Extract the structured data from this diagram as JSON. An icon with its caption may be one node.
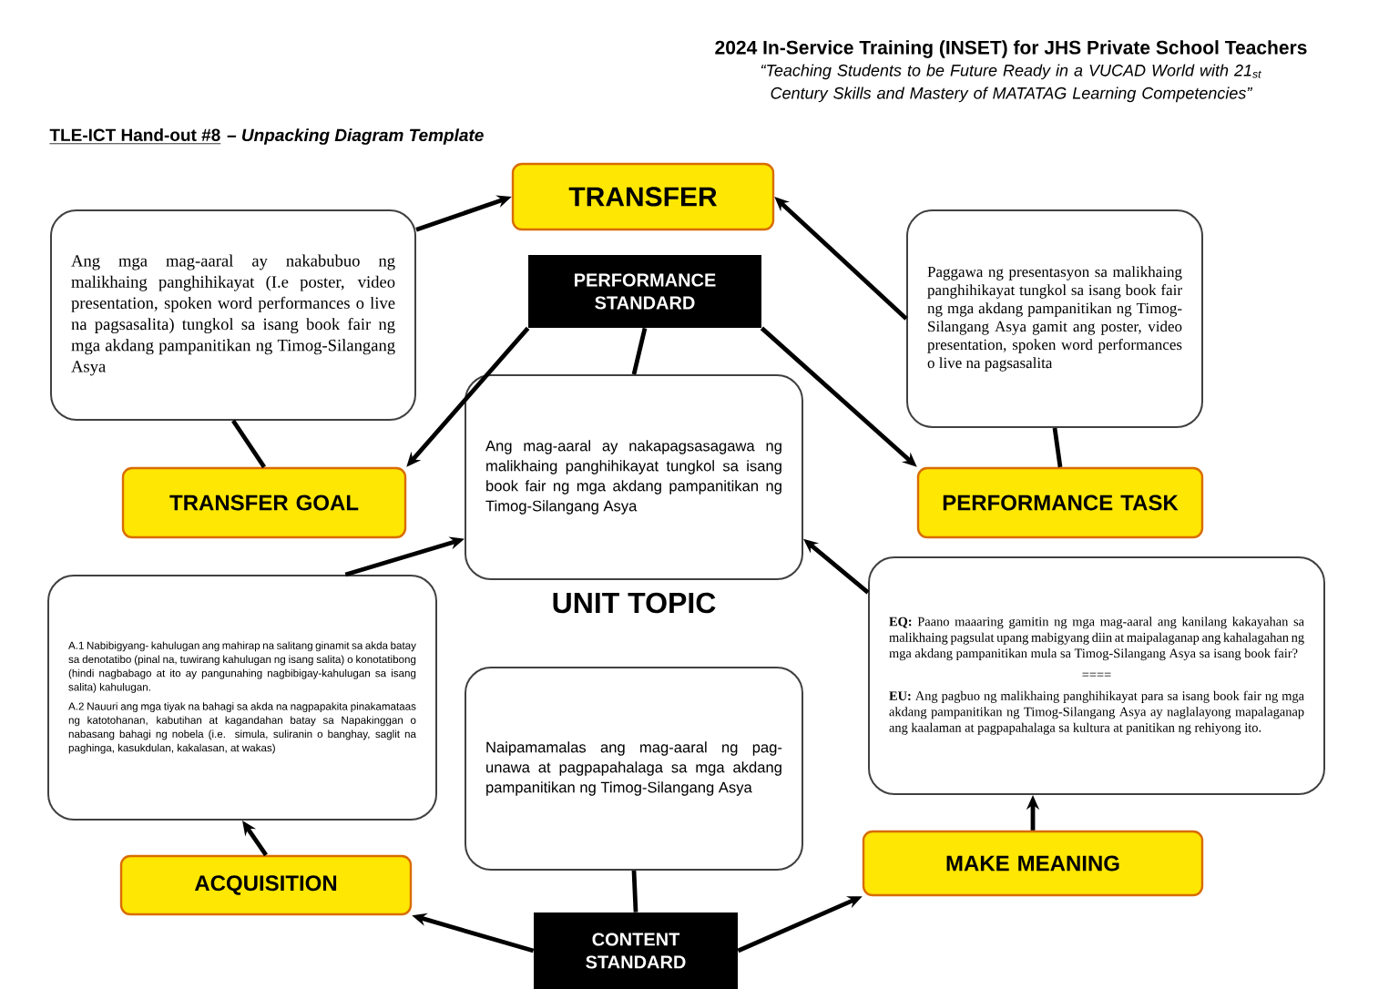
{
  "diagram": {
    "nodes": [
      {
        "text": [
          "TRANSFER"
        ]
      },
      {
        "text": [
          "Ang mga mag-aaral ay nakabubuo ng malikhaing panghihikayat (I.e poster, video presentation, spoken word performances o live na pagsasalita) tungkol sa isang book fair ng mga akdang pampanitikan ng Timog-Silangang Asya"
        ]
      },
      {
        "text": [
          "TRANSFER GOAL"
        ]
      },
      {
        "text": [
          "PERFORMANCE STANDARD"
        ]
      },
      {
        "text": [
          "Ang mag-aaral ay nakapagsasagawa ng malikhaing panghihikayat tungkol sa isang book fair ng mga akdang pampanitikan ng Timog-Silangang Asya"
        ]
      },
      {
        "text": [
          "Paggawa ng presentasyon sa malikhaing panghihikayat tungkol sa isang book fair ng mga akdang pampanitikan ng Timog-Silangang Asya gamit ang poster, video presentation, spoken word performances o live na pagsasalita"
        ]
      },
      {
        "text": [
          "PERFORMANCE TASK"
        ]
      },
      {
        "text": [
          "A.1 Nabibigyang- kahulugan ang mahirap na salitang ginamit sa akda batay sa denotatibo (pinal na, tuwirang kahulugan ng isang salita) o konotatibong (hindi nagbabago at ito ay pangunahing nagbibigay-kahulugan sa isang salita) kahulugan.",
          "A.2 Nauuri ang mga tiyak na bahagi sa akda na nagpapakita pinakamataas ng katotohanan, kabutihan at kagandahan batay sa Napakinggan o nabasang bahagi ng nobela (i.e. simula, suliranin o banghay, saglit na paghinga, kasukdulan, kakalasan, at wakas)"
        ]
      },
      {
        "text": [
          "ACQUISITION"
        ]
      },
      {
        "text": [
          "**EQ:** Paano maaaring gamitin ng mga mag-aaral ang kanilang kakayahan sa malikhaing pagsulat upang mabigyang diin at maipalaganap ang kahalagahan ng mga akdang pampanitikan mula sa Timog-Silangang Asya sa isang book fair?",
          "====",
          "**EU:** Ang pagbuo ng malikhaing panghihikayat para sa isang book fair ng mga akdang pampanitikan ng Timog-Silangang Asya ay naglalayong mapalaganap ang kaalaman at pagpapahalaga sa kultura at panitikan ng rehiyong ito."
        ]
      },
      {
        "text": [
          "MAKE MEANING"
        ]
      },
      {
        "text": [
          "Naipamamalas ang mag-aaral ng pag-unawa at pagpapahalaga sa mga akdang pampanitikan ng Timog-Silangang Asya"
        ]
      },
      {
        "text": [
          "CONTENT STANDARD"
        ]
      }
    ],
    "edges": [
      {
        "from": 1,
        "to": 0,
        "arrow": "to"
      },
      {
        "from": 5,
        "to": 0,
        "arrow": "to"
      },
      {
        "from": 1,
        "to": 2,
        "arrow": "none"
      },
      {
        "from": 3,
        "to": 2,
        "arrow": "to"
      },
      {
        "from": 3,
        "to": 6,
        "arrow": "to"
      },
      {
        "from": 3,
        "to": 4,
        "arrow": "none"
      },
      {
        "from": 5,
        "to": 6,
        "arrow": "none"
      },
      {
        "from": 7,
        "to": 4,
        "arrow": "to"
      },
      {
        "from": 9,
        "to": 4,
        "arrow": "to"
      },
      {
        "from": 8,
        "to": 7,
        "arrow": "to"
      },
      {
        "from": 10,
        "to": 9,
        "arrow": "to"
      },
      {
        "from": 12,
        "to": 8,
        "arrow": "to"
      },
      {
        "from": 12,
        "to": 10,
        "arrow": "to"
      },
      {
        "from": 11,
        "to": 12,
        "arrow": "none"
      }
    ],
    "labels": [
      "2024 In-Service Training (INSET) for JHS Private School Teachers",
      "“Teaching Students to be Future Ready in a VUCAD World with 21$_{st}$ Century Skills and Mastery of MATATAG Learning Competencies”",
      "TLE-ICT Hand-out #8",
      "– Unpacking Diagram Template",
      "UNIT TOPIC"
    ]
  }
}
